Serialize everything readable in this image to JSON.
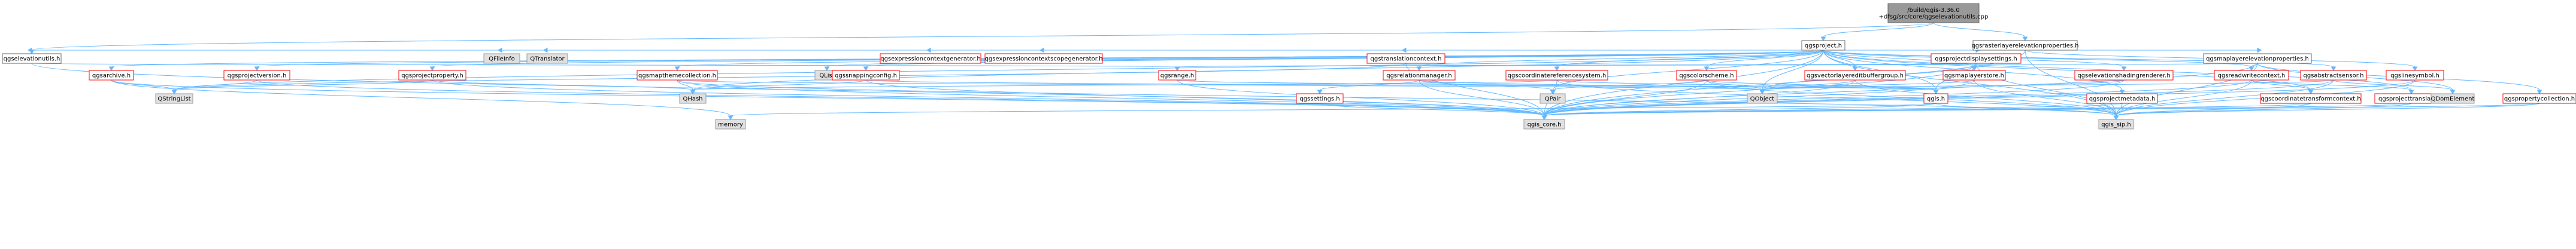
{
  "palette": {
    "root_fill": "#999999",
    "root_stroke": "#666666",
    "node_fill": "#ffffff",
    "node_stroke": "#666666",
    "missing_stroke": "#ff0000",
    "missing_fill": "#ffffff",
    "external_fill": "#e0e0e0",
    "external_stroke": "#999999",
    "edge": "#63b8ff",
    "text": "#000000"
  },
  "nodes": [
    {
      "id": "root",
      "label": "/build/qgis-3.36.0\n+dfsg/src/core/qgselevationutils.cpp",
      "kind": "root"
    },
    {
      "id": "qgsproject",
      "label": "qgsproject.h",
      "kind": "doc"
    },
    {
      "id": "qgsrasterlayerelevationproperties",
      "label": "qgsrasterlayerelevationproperties.h",
      "kind": "doc"
    },
    {
      "id": "qgselevationutils",
      "label": "qgselevationutils.h",
      "kind": "doc"
    },
    {
      "id": "qfileinfo",
      "label": "QFileInfo",
      "kind": "ext"
    },
    {
      "id": "qtranslator",
      "label": "QTranslator",
      "kind": "ext"
    },
    {
      "id": "qgsexpressioncontextgenerator",
      "label": "qgsexpressioncontextgenerator.h",
      "kind": "missing"
    },
    {
      "id": "qgsexpressioncontextscopegenerator",
      "label": "qgsexpressioncontextscopegenerator.h",
      "kind": "missing"
    },
    {
      "id": "qgstranslationcontext",
      "label": "qgstranslationcontext.h",
      "kind": "missing"
    },
    {
      "id": "qgsprojectdisplaysettings",
      "label": "qgsprojectdisplaysettings.h",
      "kind": "missing"
    },
    {
      "id": "qgsmaplayerelevationproperties",
      "label": "qgsmaplayerelevationproperties.h",
      "kind": "doc"
    },
    {
      "id": "qgsarchive",
      "label": "qgsarchive.h",
      "kind": "missing"
    },
    {
      "id": "qgsprojectversion",
      "label": "qgsprojectversion.h",
      "kind": "missing"
    },
    {
      "id": "qgsprojectproperty",
      "label": "qgsprojectproperty.h",
      "kind": "missing"
    },
    {
      "id": "qgsmapthemecollection",
      "label": "qgsmapthemecollection.h",
      "kind": "missing"
    },
    {
      "id": "qlist",
      "label": "QList",
      "kind": "ext"
    },
    {
      "id": "qgssnappingconfig",
      "label": "qgssnappingconfig.h",
      "kind": "missing"
    },
    {
      "id": "qgsrange",
      "label": "qgsrange.h",
      "kind": "missing"
    },
    {
      "id": "qgsrelationmanager",
      "label": "qgsrelationmanager.h",
      "kind": "missing"
    },
    {
      "id": "qgscoordinatereferencesystem",
      "label": "qgscoordinatereferencesystem.h",
      "kind": "missing"
    },
    {
      "id": "qgscolorscheme",
      "label": "qgscolorscheme.h",
      "kind": "missing"
    },
    {
      "id": "qgsvectorlayereditbuffergroup",
      "label": "qgsvectorlayereditbuffergroup.h",
      "kind": "missing"
    },
    {
      "id": "qgsmaplayerstore",
      "label": "qgsmaplayerstore.h",
      "kind": "missing"
    },
    {
      "id": "qgselevationshadingrenderer",
      "label": "qgselevationshadingrenderer.h",
      "kind": "missing"
    },
    {
      "id": "qgsreadwritecontext",
      "label": "qgsreadwritecontext.h",
      "kind": "missing"
    },
    {
      "id": "qgsabstractsensor",
      "label": "qgsabstractsensor.h",
      "kind": "missing"
    },
    {
      "id": "qgslinesymbol",
      "label": "qgslinesymbol.h",
      "kind": "missing"
    },
    {
      "id": "qstringlist",
      "label": "QStringList",
      "kind": "ext"
    },
    {
      "id": "qhash",
      "label": "QHash",
      "kind": "ext"
    },
    {
      "id": "qgssettings",
      "label": "qgssettings.h",
      "kind": "missing"
    },
    {
      "id": "qpair",
      "label": "QPair",
      "kind": "ext"
    },
    {
      "id": "qobject",
      "label": "QObject",
      "kind": "ext"
    },
    {
      "id": "qgis",
      "label": "qgis.h",
      "kind": "missing"
    },
    {
      "id": "qgsprojectmetadata",
      "label": "qgsprojectmetadata.h",
      "kind": "missing"
    },
    {
      "id": "qgscoordinatetransformcontext",
      "label": "qgscoordinatetransformcontext.h",
      "kind": "missing"
    },
    {
      "id": "qgsprojecttranslator",
      "label": "qgsprojecttranslator.h",
      "kind": "missing"
    },
    {
      "id": "qdomelement",
      "label": "QDomElement",
      "kind": "ext"
    },
    {
      "id": "qgspropertycollection",
      "label": "qgspropertycollection.h",
      "kind": "missing"
    },
    {
      "id": "memory",
      "label": "memory",
      "kind": "ext"
    },
    {
      "id": "qgis_core",
      "label": "qgis_core.h",
      "kind": "ext"
    },
    {
      "id": "qgis_sip",
      "label": "qgis_sip.h",
      "kind": "ext"
    }
  ],
  "edges": [
    [
      "root",
      "qgsproject"
    ],
    [
      "root",
      "qgsrasterlayerelevationproperties"
    ],
    [
      "root",
      "qgselevationutils"
    ],
    [
      "qgsproject",
      "qgselevationutils"
    ],
    [
      "qgsproject",
      "qfileinfo"
    ],
    [
      "qgsproject",
      "qtranslator"
    ],
    [
      "qgsproject",
      "qgsexpressioncontextgenerator"
    ],
    [
      "qgsproject",
      "qgsexpressioncontextscopegenerator"
    ],
    [
      "qgsproject",
      "qgstranslationcontext"
    ],
    [
      "qgsproject",
      "qgsprojectdisplaysettings"
    ],
    [
      "qgsproject",
      "qgsarchive"
    ],
    [
      "qgsproject",
      "qgsprojectversion"
    ],
    [
      "qgsproject",
      "qgsprojectproperty"
    ],
    [
      "qgsproject",
      "qgsmapthemecollection"
    ],
    [
      "qgsproject",
      "qlist"
    ],
    [
      "qgsproject",
      "qgssnappingconfig"
    ],
    [
      "qgsproject",
      "qgsrelationmanager"
    ],
    [
      "qgsproject",
      "qgscoordinatereferencesystem"
    ],
    [
      "qgsproject",
      "qgscolorscheme"
    ],
    [
      "qgsproject",
      "qgsvectorlayereditbuffergroup"
    ],
    [
      "qgsproject",
      "qgsmaplayerstore"
    ],
    [
      "qgsproject",
      "qgselevationshadingrenderer"
    ],
    [
      "qgsproject",
      "qgsreadwritecontext"
    ],
    [
      "qgsproject",
      "qgsabstractsensor"
    ],
    [
      "qgsproject",
      "qstringlist"
    ],
    [
      "qgsproject",
      "qhash"
    ],
    [
      "qgsproject",
      "qpair"
    ],
    [
      "qgsproject",
      "qobject"
    ],
    [
      "qgsproject",
      "qgis"
    ],
    [
      "qgsproject",
      "qgsprojectmetadata"
    ],
    [
      "qgsproject",
      "qgscoordinatetransformcontext"
    ],
    [
      "qgsproject",
      "qgsprojecttranslator"
    ],
    [
      "qgsproject",
      "qgis_core"
    ],
    [
      "qgsproject",
      "qgis_sip"
    ],
    [
      "qgsproject",
      "qgsmaplayerelevationproperties"
    ],
    [
      "qgsrasterlayerelevationproperties",
      "qgsmaplayerelevationproperties"
    ],
    [
      "qgsrasterlayerelevationproperties",
      "qgslinesymbol"
    ],
    [
      "qgsrasterlayerelevationproperties",
      "qgis_core"
    ],
    [
      "qgsrasterlayerelevationproperties",
      "qgis_sip"
    ],
    [
      "qgselevationutils",
      "qgsrange"
    ],
    [
      "qgselevationutils",
      "qgis_core"
    ],
    [
      "qgstranslationcontext",
      "qgis_core"
    ],
    [
      "qgstranslationcontext",
      "qstringlist"
    ],
    [
      "qgsprojectdisplaysettings",
      "qgsrange"
    ],
    [
      "qgsprojectdisplaysettings",
      "qobject"
    ],
    [
      "qgsprojectdisplaysettings",
      "qgis"
    ],
    [
      "qgsprojectdisplaysettings",
      "qgis_core"
    ],
    [
      "qgsprojectdisplaysettings",
      "qgis_sip"
    ],
    [
      "qgsmaplayerelevationproperties",
      "qgsreadwritecontext"
    ],
    [
      "qgsmaplayerelevationproperties",
      "qgsrange"
    ],
    [
      "qgsmaplayerelevationproperties",
      "qgspropertycollection"
    ],
    [
      "qgsmaplayerelevationproperties",
      "qdomelement"
    ],
    [
      "qgsmaplayerelevationproperties",
      "qgis_core"
    ],
    [
      "qgsmaplayerelevationproperties",
      "qgis_sip"
    ],
    [
      "qgsarchive",
      "qstringlist"
    ],
    [
      "qgsarchive",
      "memory"
    ],
    [
      "qgsarchive",
      "qgis_core"
    ],
    [
      "qgsprojectversion",
      "qstringlist"
    ],
    [
      "qgsprojectversion",
      "qgis_core"
    ],
    [
      "qgsprojectproperty",
      "qstringlist"
    ],
    [
      "qgsprojectproperty",
      "qhash"
    ],
    [
      "qgsprojectproperty",
      "qgis_core"
    ],
    [
      "qgsmapthemecollection",
      "qobject"
    ],
    [
      "qgsmapthemecollection",
      "qhash"
    ],
    [
      "qgsmapthemecollection",
      "qgis_core"
    ],
    [
      "qgsmapthemecollection",
      "qgis_sip"
    ],
    [
      "qgssnappingconfig",
      "qhash"
    ],
    [
      "qgssnappingconfig",
      "qgis"
    ],
    [
      "qgssnappingconfig",
      "qgis_core"
    ],
    [
      "qgsrange",
      "qgis"
    ],
    [
      "qgsrange",
      "qgis_core"
    ],
    [
      "qgsrelationmanager",
      "qgssettings"
    ],
    [
      "qgsrelationmanager",
      "qobject"
    ],
    [
      "qgsrelationmanager",
      "qpair"
    ],
    [
      "qgsrelationmanager",
      "qgis_core"
    ],
    [
      "qgscoordinatereferencesystem",
      "qhash"
    ],
    [
      "qgscoordinatereferencesystem",
      "qgis"
    ],
    [
      "qgscoordinatereferencesystem",
      "qgis_core"
    ],
    [
      "qgscoordinatereferencesystem",
      "qgis_sip"
    ],
    [
      "qgscolorscheme",
      "qobject"
    ],
    [
      "qgscolorscheme",
      "qpair"
    ],
    [
      "qgscolorscheme",
      "qgis"
    ],
    [
      "qgscolorscheme",
      "qgis_core"
    ],
    [
      "qgscolorscheme",
      "qgis_sip"
    ],
    [
      "qgsvectorlayereditbuffergroup",
      "qobject"
    ],
    [
      "qgsvectorlayereditbuffergroup",
      "qgis_core"
    ],
    [
      "qgsvectorlayereditbuffergroup",
      "qgis_sip"
    ],
    [
      "qgsmaplayerstore",
      "qobject"
    ],
    [
      "qgsmaplayerstore",
      "qgis_core"
    ],
    [
      "qgsmaplayerstore",
      "qgis_sip"
    ],
    [
      "qgselevationshadingrenderer",
      "qgis"
    ],
    [
      "qgselevationshadingrenderer",
      "qgis_core"
    ],
    [
      "qgsreadwritecontext",
      "qgscoordinatetransformcontext"
    ],
    [
      "qgsreadwritecontext",
      "qgsprojecttranslator"
    ],
    [
      "qgsreadwritecontext",
      "qgis_core"
    ],
    [
      "qgsreadwritecontext",
      "qgis_sip"
    ],
    [
      "qgsabstractsensor",
      "qdomelement"
    ],
    [
      "qgsabstractsensor",
      "qobject"
    ],
    [
      "qgsabstractsensor",
      "qgis_core"
    ],
    [
      "qgsabstractsensor",
      "qgis_sip"
    ],
    [
      "qgslinesymbol",
      "qgis_core"
    ],
    [
      "qgslinesymbol",
      "qgis_sip"
    ],
    [
      "qgssettings",
      "qgis_core"
    ],
    [
      "qgis",
      "memory"
    ],
    [
      "qgis",
      "qgis_core"
    ],
    [
      "qgis",
      "qgis_sip"
    ],
    [
      "qgsprojectmetadata",
      "qgis_core"
    ],
    [
      "qgsprojectmetadata",
      "qgis_sip"
    ],
    [
      "qgscoordinatetransformcontext",
      "qgis_core"
    ],
    [
      "qgscoordinatetransformcontext",
      "qgis_sip"
    ],
    [
      "qgsprojecttranslator",
      "qgis_core"
    ],
    [
      "qgsprojecttranslator",
      "qgis_sip"
    ],
    [
      "qgspropertycollection",
      "qgis_core"
    ],
    [
      "qgspropertycollection",
      "qgis_sip"
    ]
  ]
}
